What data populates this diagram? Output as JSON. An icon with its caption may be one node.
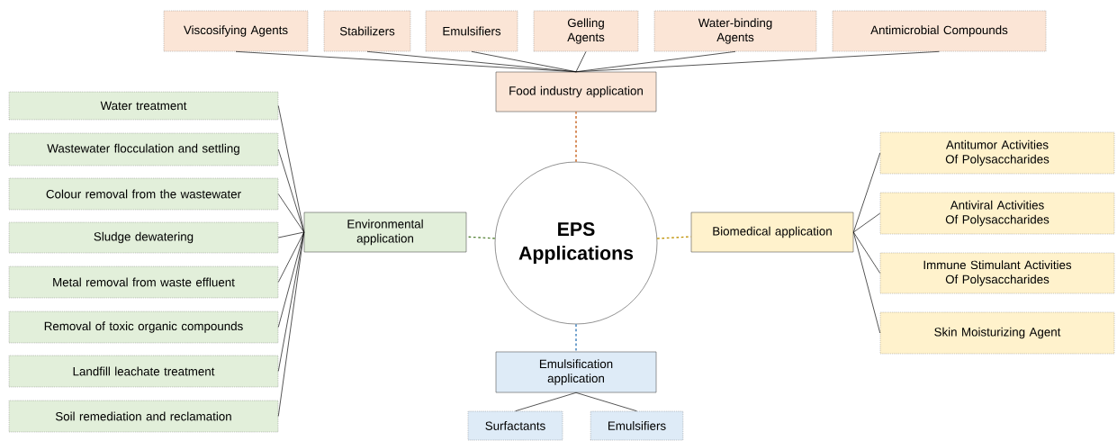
{
  "diagram": {
    "nodes": [
      {
        "text": [
          "EPS Applications"
        ]
      },
      {
        "text": [
          "Food industry application"
        ]
      },
      {
        "text": [
          "Viscosifying Agents"
        ]
      },
      {
        "text": [
          "Stabilizers"
        ]
      },
      {
        "text": [
          "Emulsifiers"
        ]
      },
      {
        "text": [
          "Gelling Agents"
        ]
      },
      {
        "text": [
          "Water-binding Agents"
        ]
      },
      {
        "text": [
          "Antimicrobial Compounds"
        ]
      },
      {
        "text": [
          "Environmental application"
        ]
      },
      {
        "text": [
          "Water treatment"
        ]
      },
      {
        "text": [
          "Wastewater flocculation and settling"
        ]
      },
      {
        "text": [
          "Colour removal from the wastewater"
        ]
      },
      {
        "text": [
          "Sludge dewatering"
        ]
      },
      {
        "text": [
          "Metal removal from waste effluent"
        ]
      },
      {
        "text": [
          "Removal of toxic organic compounds"
        ]
      },
      {
        "text": [
          "Landfill leachate treatment"
        ]
      },
      {
        "text": [
          "Soil remediation and reclamation"
        ]
      },
      {
        "text": [
          "Biomedical application"
        ]
      },
      {
        "text": [
          "Antitumor Activities Of Polysaccharides"
        ]
      },
      {
        "text": [
          "Antiviral Activities Of Polysaccharides"
        ]
      },
      {
        "text": [
          "Immune Stimulant Activities Of Polysaccharides"
        ]
      },
      {
        "text": [
          "Skin Moisturizing Agent"
        ]
      },
      {
        "text": [
          "Emulsification application"
        ]
      },
      {
        "text": [
          "Surfactants"
        ]
      },
      {
        "text": [
          "Emulsifiers"
        ]
      }
    ],
    "edges": [
      {
        "from": 0,
        "to": 1,
        "arrow": "none",
        "style": "dashed",
        "color": "#c55a11"
      },
      {
        "from": 0,
        "to": 8,
        "arrow": "none",
        "style": "dashed",
        "color": "#548235"
      },
      {
        "from": 0,
        "to": 17,
        "arrow": "none",
        "style": "dashed",
        "color": "#bf9000"
      },
      {
        "from": 0,
        "to": 22,
        "arrow": "none",
        "style": "dashed",
        "color": "#2e75b6"
      },
      {
        "from": 1,
        "to": 2,
        "arrow": "none"
      },
      {
        "from": 1,
        "to": 3,
        "arrow": "none"
      },
      {
        "from": 1,
        "to": 4,
        "arrow": "none"
      },
      {
        "from": 1,
        "to": 5,
        "arrow": "none"
      },
      {
        "from": 1,
        "to": 6,
        "arrow": "none"
      },
      {
        "from": 1,
        "to": 7,
        "arrow": "none"
      },
      {
        "from": 8,
        "to": 9,
        "arrow": "none"
      },
      {
        "from": 8,
        "to": 10,
        "arrow": "none"
      },
      {
        "from": 8,
        "to": 11,
        "arrow": "none"
      },
      {
        "from": 8,
        "to": 12,
        "arrow": "none"
      },
      {
        "from": 8,
        "to": 13,
        "arrow": "none"
      },
      {
        "from": 8,
        "to": 14,
        "arrow": "none"
      },
      {
        "from": 8,
        "to": 15,
        "arrow": "none"
      },
      {
        "from": 8,
        "to": 16,
        "arrow": "none"
      },
      {
        "from": 17,
        "to": 18,
        "arrow": "none"
      },
      {
        "from": 17,
        "to": 19,
        "arrow": "none"
      },
      {
        "from": 17,
        "to": 20,
        "arrow": "none"
      },
      {
        "from": 17,
        "to": 21,
        "arrow": "none"
      },
      {
        "from": 22,
        "to": 23,
        "arrow": "none"
      },
      {
        "from": 22,
        "to": 24,
        "arrow": "none"
      }
    ]
  }
}
